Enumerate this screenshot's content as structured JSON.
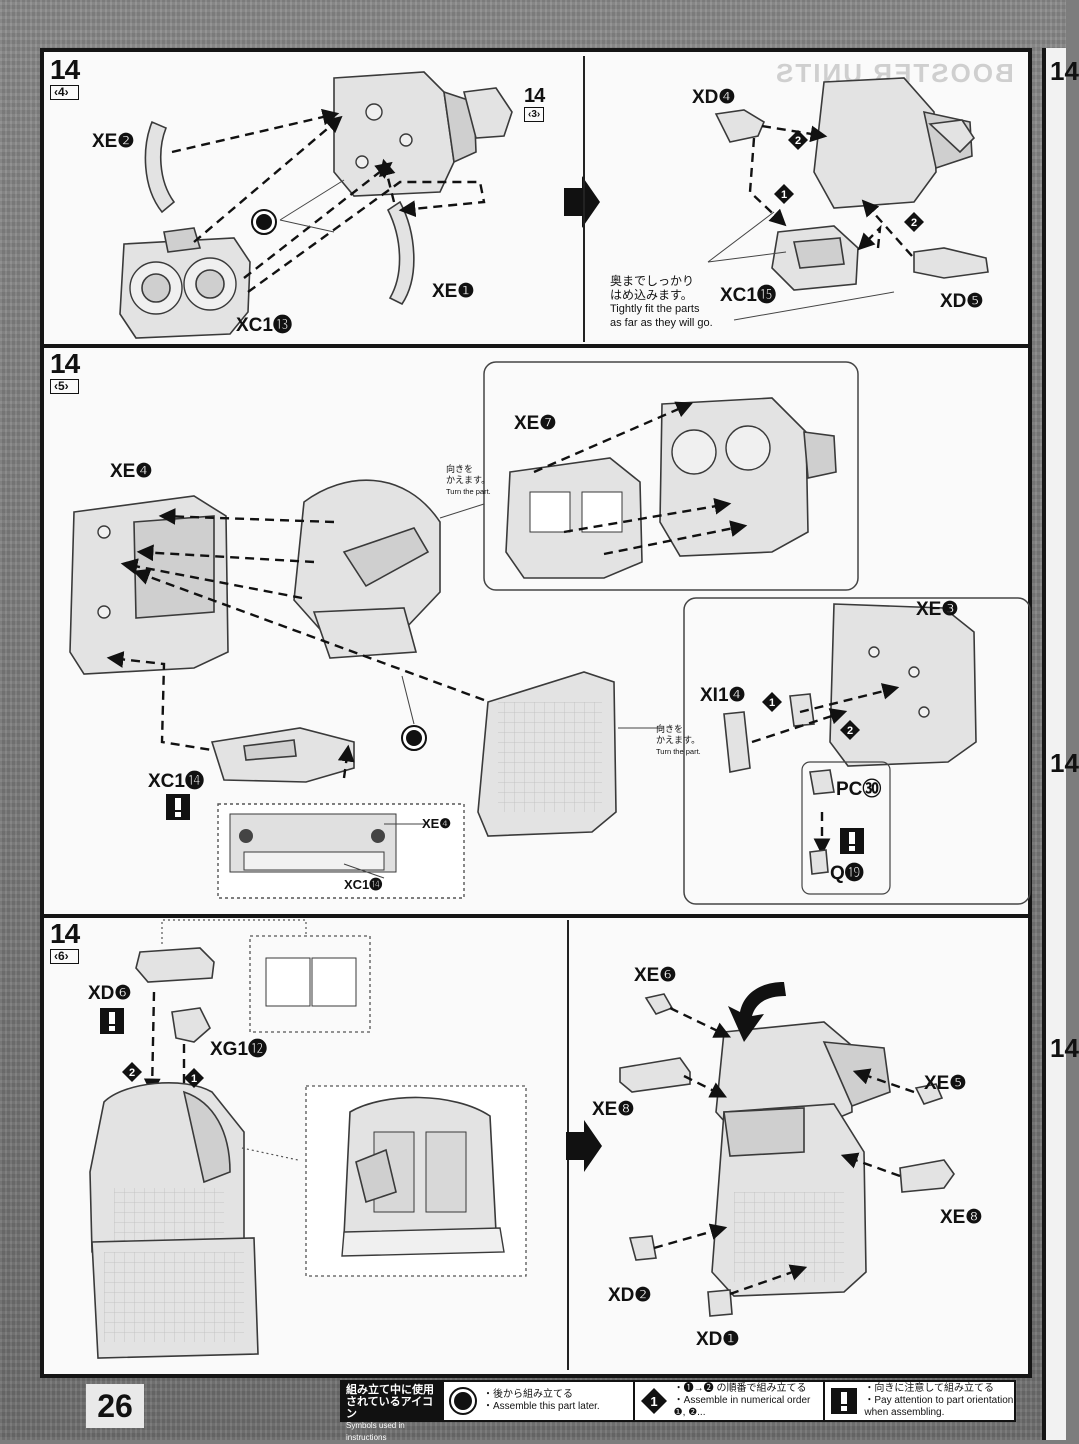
{
  "page_number": "26",
  "steps": {
    "s4": {
      "num": "14",
      "sub": "‹4›",
      "ref_num": "14",
      "ref_sub": "‹3›"
    },
    "s5": {
      "num": "14",
      "sub": "‹5›"
    },
    "s6": {
      "num": "14",
      "sub": "‹6›"
    }
  },
  "part_labels": {
    "xe2": "XE❷",
    "xe1": "XE❶",
    "xc1_13": "XC1⓭",
    "xd4": "XD❹",
    "xc1_15": "XC1⓯",
    "xd5": "XD❺",
    "xe7": "XE❼",
    "xe4": "XE❹",
    "xe3": "XE❸",
    "xi1_4": "XI1❹",
    "pc30": "PC㉚",
    "q19": "Q⓳",
    "xc1_14": "XC1⓮",
    "xe4_small": "XE❹",
    "xc1_14_small": "XC1⓮",
    "xd6": "XD❻",
    "xg1_12": "XG1⓬",
    "xe6": "XE❻",
    "xe8_a": "XE❽",
    "xe5": "XE❺",
    "xe8_b": "XE❽",
    "xd2": "XD❷",
    "xd1": "XD❶"
  },
  "notes": {
    "tight_jp1": "奥までしっかり",
    "tight_jp2": "はめ込みます。",
    "tight_en1": "Tightly fit the parts",
    "tight_en2": "as far as they will go.",
    "turn_a_jp1": "向きを",
    "turn_a_jp2": "かえます。",
    "turn_a_en": "Turn the part.",
    "turn_b_jp1": "向きを",
    "turn_b_jp2": "かえます。",
    "turn_b_en": "Turn the part."
  },
  "order_markers": {
    "one": "❶",
    "two": "❷"
  },
  "legend": {
    "title_jp1": "組み立て中に使用",
    "title_jp2": "されているアイコン",
    "title_en": "Symbols used in instructions",
    "later_jp": "・後から組み立てる",
    "later_en": "・Assemble this part later.",
    "order_jp": "・❶→❷ の順番で組み立てる",
    "order_en": "・Assemble in numerical order ❶, ❷...",
    "orient_jp": "・向きに注意して組み立てる",
    "orient_en1": "・Pay attention to part orientation",
    "orient_en2": "when assembling."
  },
  "right_strip": {
    "n1": "14",
    "n2": "14",
    "n3": "14"
  },
  "icons": [
    "assemble-later-icon",
    "numerical-order-icon",
    "orientation-warning-icon",
    "proceed-arrow-icon"
  ]
}
